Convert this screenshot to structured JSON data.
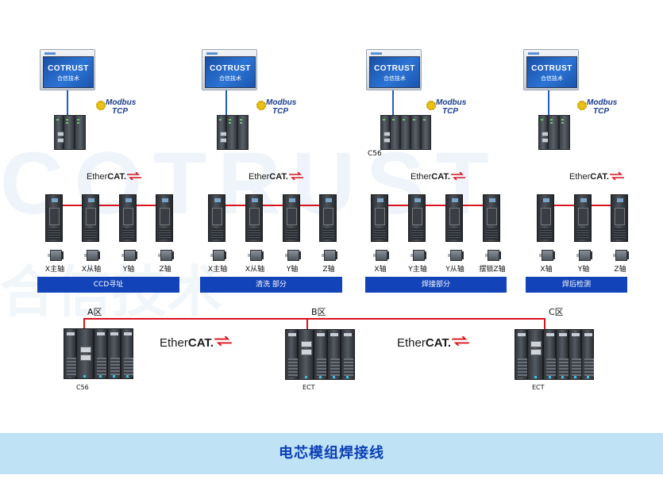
{
  "watermark": {
    "line1": "COTRUST",
    "line2": "合信技术"
  },
  "hmi": {
    "brand": "COTRUST",
    "subtitle": "合信技术"
  },
  "modbus": {
    "line1": "Modbus",
    "line2": "TCP"
  },
  "ethercat": {
    "prefix": "Ether",
    "suffix": "CAT."
  },
  "stations": [
    {
      "section": "CCD寻址",
      "axes": [
        "X主轴",
        "X从轴",
        "Y轴",
        "Z轴"
      ]
    },
    {
      "section": "清洗 部分",
      "axes": [
        "X主轴",
        "X从轴",
        "Y轴",
        "Z轴"
      ]
    },
    {
      "section": "焊接部分",
      "plc_label": "C56",
      "axes": [
        "X轴",
        "Y主轴",
        "Y从轴",
        "摆锁Z轴"
      ]
    },
    {
      "section": "焊后检测",
      "axes": [
        "X轴",
        "Y轴",
        "Z轴"
      ]
    }
  ],
  "zones": [
    "A区",
    "B区",
    "C区"
  ],
  "racks": [
    "C56",
    "ECT",
    "ECT"
  ],
  "footer_title": "电芯模组焊接线",
  "colors": {
    "ethercat_line": "#d9141e",
    "modbus_line": "#1f5fbf",
    "section_bar": "#1243b8",
    "footer_bg": "#bfe2f5",
    "footer_text": "#0b3fb5"
  }
}
